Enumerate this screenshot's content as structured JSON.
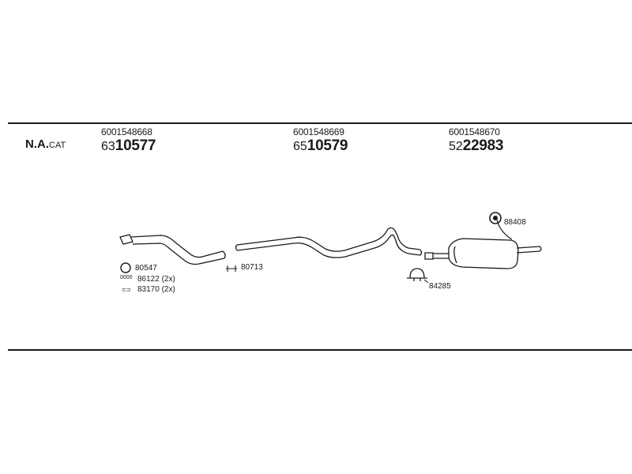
{
  "header": {
    "cat_bold": "N.A.",
    "cat_suffix": "CAT"
  },
  "columns": [
    {
      "oem": "6001548668",
      "prefix": "63",
      "number": "10577"
    },
    {
      "oem": "6001548669",
      "prefix": "65",
      "number": "10579"
    },
    {
      "oem": "6001548670",
      "prefix": "52",
      "number": "22983"
    }
  ],
  "parts": {
    "ring": "80547",
    "bolt_icon_text": "0000",
    "bolt": "86122 (2x)",
    "nut_icon_text": "⊂⊃",
    "nut": "83170 (2x)",
    "clamp_small": "80713",
    "clamp_u": "84285",
    "hanger": "88408"
  }
}
